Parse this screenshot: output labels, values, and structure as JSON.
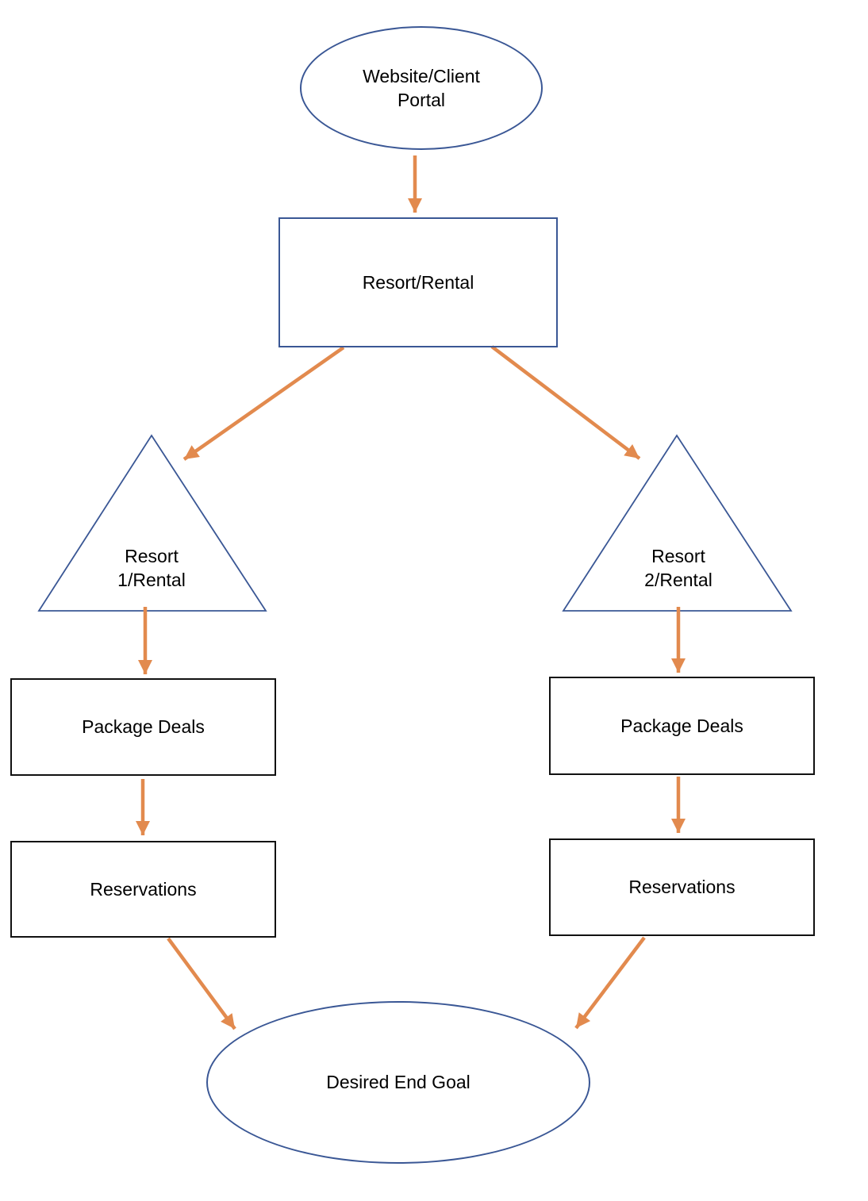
{
  "nodes": {
    "website_portal": {
      "label": "Website/Client\nPortal",
      "shape": "ellipse"
    },
    "resort_rental": {
      "label": "Resort/Rental",
      "shape": "rectangle"
    },
    "resort_1": {
      "label": "Resort\n1/Rental",
      "shape": "triangle"
    },
    "resort_2": {
      "label": "Resort\n2/Rental",
      "shape": "triangle"
    },
    "package_deals_1": {
      "label": "Package Deals",
      "shape": "rectangle"
    },
    "package_deals_2": {
      "label": "Package Deals",
      "shape": "rectangle"
    },
    "reservations_1": {
      "label": "Reservations",
      "shape": "rectangle"
    },
    "reservations_2": {
      "label": "Reservations",
      "shape": "rectangle"
    },
    "end_goal": {
      "label": "Desired End Goal",
      "shape": "ellipse"
    }
  },
  "edges": [
    {
      "from": "website_portal",
      "to": "resort_rental"
    },
    {
      "from": "resort_rental",
      "to": "resort_1"
    },
    {
      "from": "resort_rental",
      "to": "resort_2"
    },
    {
      "from": "resort_1",
      "to": "package_deals_1"
    },
    {
      "from": "package_deals_1",
      "to": "reservations_1"
    },
    {
      "from": "reservations_1",
      "to": "end_goal"
    },
    {
      "from": "resort_2",
      "to": "package_deals_2"
    },
    {
      "from": "package_deals_2",
      "to": "reservations_2"
    },
    {
      "from": "reservations_2",
      "to": "end_goal"
    }
  ],
  "colors": {
    "shape_outline_blue": "#3A5795",
    "shape_outline_black": "#111111",
    "arrow": "#E28A4E",
    "text": "#000000",
    "background": "#FFFFFF"
  }
}
